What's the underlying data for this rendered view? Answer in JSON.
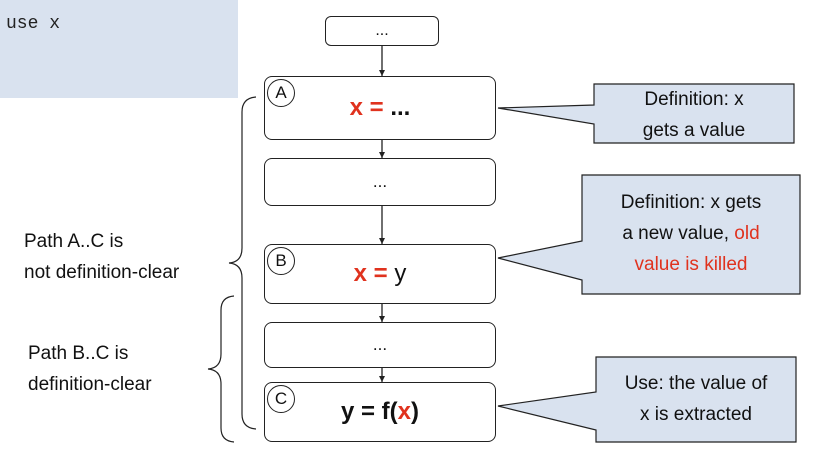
{
  "code": {
    "text": "use x"
  },
  "flow": {
    "top_box": "...",
    "box_a": {
      "label": "A",
      "lhs": "x = ",
      "rhs": "..."
    },
    "box_ab": "...",
    "box_b": {
      "label": "B",
      "lhs": "x = ",
      "rhs": "y"
    },
    "box_bc": "...",
    "box_c": {
      "label": "C",
      "pre": "y = f(",
      "var": "x",
      "post": ")"
    }
  },
  "callouts": {
    "def1": {
      "line1": "Definition: x",
      "line2": "gets a value"
    },
    "def2": {
      "line1": "Definition: x gets",
      "line2_black": "a new value, ",
      "line2_red": "old",
      "line3": "value is killed"
    },
    "use": {
      "line1": "Use: the value of",
      "line2": "x is extracted"
    }
  },
  "paths": {
    "ac": {
      "line1": "Path A..C is",
      "line2": "not definition-clear"
    },
    "bc": {
      "line1": "Path B..C is",
      "line2": "definition-clear"
    }
  },
  "colors": {
    "highlight": "#e0321e",
    "callout_fill": "#d9e2ef",
    "code_panel": "#d9e2ef"
  }
}
